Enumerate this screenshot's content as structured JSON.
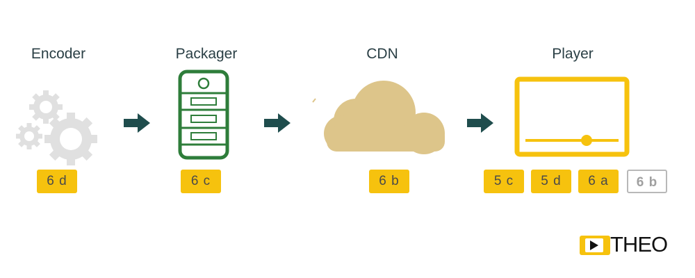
{
  "stages": [
    {
      "title": "Encoder",
      "badges": [
        "6 d"
      ]
    },
    {
      "title": "Packager",
      "badges": [
        "6 c"
      ]
    },
    {
      "title": "CDN",
      "badges": [
        "6 b"
      ]
    },
    {
      "title": "Player",
      "badges": [
        "5 c",
        "5 d",
        "6 a",
        "6 b"
      ]
    }
  ],
  "colors": {
    "gear": "#e0e0e0",
    "server": "#2e7d3a",
    "cloud": "#ddc58a",
    "player": "#f6c20e",
    "arrow": "#1f4d4d",
    "badge": "#f6c20e"
  },
  "logo": {
    "text": "THEO",
    "icon": "theo-play-icon"
  }
}
